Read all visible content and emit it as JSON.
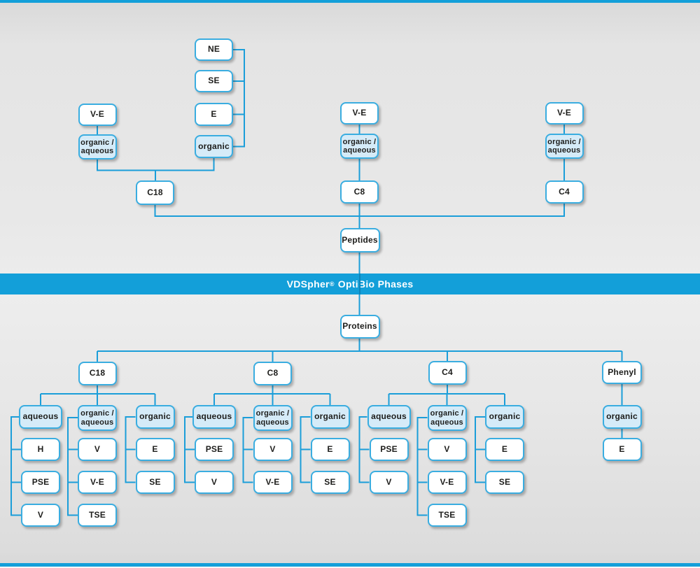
{
  "banner": {
    "brand": "VDSpher",
    "registered": "®",
    "product": "OptiBio Phases"
  },
  "colors": {
    "accent_blue": "#139fd9",
    "box_border": "#3aade0",
    "eluent_fill": "#d5ebf8",
    "wire": "#1b9ed9"
  },
  "peptides": {
    "root": "Peptides",
    "c18": {
      "column": "C18",
      "organic_aqueous_branch": {
        "phase": "V-E",
        "eluent": "organic /\naqueous"
      },
      "organic_branch": {
        "eluent": "organic",
        "phases": [
          "NE",
          "SE",
          "E"
        ]
      }
    },
    "c8": {
      "column": "C8",
      "phase": "V-E",
      "eluent": "organic /\naqueous"
    },
    "c4": {
      "column": "C4",
      "phase": "V-E",
      "eluent": "organic /\naqueous"
    }
  },
  "proteins": {
    "root": "Proteins",
    "c18": {
      "column": "C18",
      "groups": [
        {
          "eluent": "aqueous",
          "phases": [
            "H",
            "PSE",
            "V"
          ]
        },
        {
          "eluent": "organic /\naqueous",
          "phases": [
            "V",
            "V-E",
            "TSE"
          ]
        },
        {
          "eluent": "organic",
          "phases": [
            "E",
            "SE"
          ]
        }
      ]
    },
    "c8": {
      "column": "C8",
      "groups": [
        {
          "eluent": "aqueous",
          "phases": [
            "PSE",
            "V"
          ]
        },
        {
          "eluent": "organic /\naqueous",
          "phases": [
            "V",
            "V-E"
          ]
        },
        {
          "eluent": "organic",
          "phases": [
            "E",
            "SE"
          ]
        }
      ]
    },
    "c4": {
      "column": "C4",
      "groups": [
        {
          "eluent": "aqueous",
          "phases": [
            "PSE",
            "V"
          ]
        },
        {
          "eluent": "organic /\naqueous",
          "phases": [
            "V",
            "V-E",
            "TSE"
          ]
        },
        {
          "eluent": "organic",
          "phases": [
            "E",
            "SE"
          ]
        }
      ]
    },
    "phenyl": {
      "column": "Phenyl",
      "groups": [
        {
          "eluent": "organic",
          "phases": [
            "E"
          ]
        }
      ]
    }
  }
}
